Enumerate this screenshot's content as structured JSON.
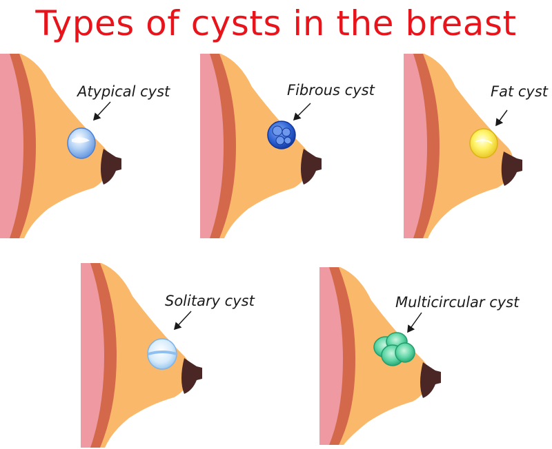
{
  "title": "Types of cysts in the breast",
  "colors": {
    "title": "#e8141b",
    "skin": "#f9b86a",
    "muscle": "#d4684a",
    "outer_layer": "#ef9aa2",
    "nipple": "#4a2624"
  },
  "panels": [
    {
      "label": "Atypical cyst",
      "cyst_style": "atypical",
      "cyst_color": "#9dc3f2"
    },
    {
      "label": "Fibrous cyst",
      "cyst_style": "fibrous",
      "cyst_color": "#2d62d4"
    },
    {
      "label": "Fat cyst",
      "cyst_style": "fat",
      "cyst_color": "#f8ea3c"
    },
    {
      "label": "Solitary cyst",
      "cyst_style": "solitary",
      "cyst_color": "#c9e3f8"
    },
    {
      "label": "Multicircular cyst",
      "cyst_style": "multicircular",
      "cyst_color": "#3fcb96"
    }
  ]
}
